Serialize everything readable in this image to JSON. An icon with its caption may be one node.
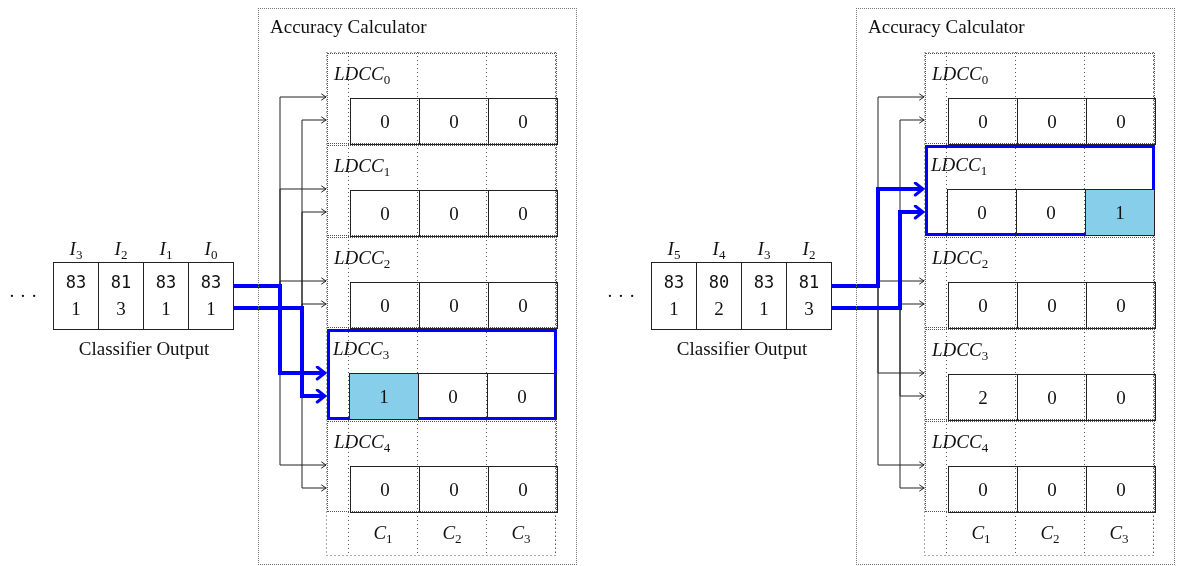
{
  "diagram": {
    "nodes": [
      {
        "text": [
          "Classifier Output"
        ]
      },
      {
        "text": [
          "*I*$_{3}$",
          "83",
          "1"
        ],
        "in": 0
      },
      {
        "text": [
          "*I*$_{2}$",
          "81",
          "3"
        ],
        "in": 0
      },
      {
        "text": [
          "*I*$_{1}$",
          "83",
          "1"
        ],
        "in": 0
      },
      {
        "text": [
          "*I*$_{0}$",
          "83",
          "1"
        ],
        "in": 0
      },
      {
        "text": [
          "Accuracy Calculator"
        ]
      },
      {
        "text": [
          "*LDCC*$_{0}$"
        ],
        "in": 5
      },
      {
        "text": [
          "0"
        ],
        "in": 6
      },
      {
        "text": [
          "0"
        ],
        "in": 6
      },
      {
        "text": [
          "0"
        ],
        "in": 6
      },
      {
        "text": [
          "*LDCC*$_{1}$"
        ],
        "in": 5
      },
      {
        "text": [
          "0"
        ],
        "in": 10
      },
      {
        "text": [
          "0"
        ],
        "in": 10
      },
      {
        "text": [
          "0"
        ],
        "in": 10
      },
      {
        "text": [
          "*LDCC*$_{2}$"
        ],
        "in": 5
      },
      {
        "text": [
          "0"
        ],
        "in": 14
      },
      {
        "text": [
          "0"
        ],
        "in": 14
      },
      {
        "text": [
          "0"
        ],
        "in": 14
      },
      {
        "text": [
          "*LDCC*$_{3}$"
        ],
        "in": 5
      },
      {
        "text": [
          "1"
        ],
        "in": 18
      },
      {
        "text": [
          "0"
        ],
        "in": 18
      },
      {
        "text": [
          "0"
        ],
        "in": 18
      },
      {
        "text": [
          "*LDCC*$_{4}$"
        ],
        "in": 5
      },
      {
        "text": [
          "0"
        ],
        "in": 22
      },
      {
        "text": [
          "0"
        ],
        "in": 22
      },
      {
        "text": [
          "0"
        ],
        "in": 22
      },
      {
        "text": [
          "Classifier Output"
        ]
      },
      {
        "text": [
          "*I*$_{5}$",
          "83",
          "1"
        ],
        "in": 26
      },
      {
        "text": [
          "*I*$_{4}$",
          "80",
          "2"
        ],
        "in": 26
      },
      {
        "text": [
          "*I*$_{3}$",
          "83",
          "1"
        ],
        "in": 26
      },
      {
        "text": [
          "*I*$_{2}$",
          "81",
          "3"
        ],
        "in": 26
      },
      {
        "text": [
          "Accuracy Calculator"
        ]
      },
      {
        "text": [
          "*LDCC*$_{0}$"
        ],
        "in": 31
      },
      {
        "text": [
          "0"
        ],
        "in": 32
      },
      {
        "text": [
          "0"
        ],
        "in": 32
      },
      {
        "text": [
          "0"
        ],
        "in": 32
      },
      {
        "text": [
          "*LDCC*$_{1}$"
        ],
        "in": 31
      },
      {
        "text": [
          "0"
        ],
        "in": 36
      },
      {
        "text": [
          "0"
        ],
        "in": 36
      },
      {
        "text": [
          "1"
        ],
        "in": 36
      },
      {
        "text": [
          "*LDCC*$_{2}$"
        ],
        "in": 31
      },
      {
        "text": [
          "0"
        ],
        "in": 40
      },
      {
        "text": [
          "0"
        ],
        "in": 40
      },
      {
        "text": [
          "0"
        ],
        "in": 40
      },
      {
        "text": [
          "*LDCC*$_{3}$"
        ],
        "in": 31
      },
      {
        "text": [
          "2"
        ],
        "in": 44
      },
      {
        "text": [
          "0"
        ],
        "in": 44
      },
      {
        "text": [
          "0"
        ],
        "in": 44
      },
      {
        "text": [
          "*LDCC*$_{4}$"
        ],
        "in": 31
      },
      {
        "text": [
          "0"
        ],
        "in": 48
      },
      {
        "text": [
          "0"
        ],
        "in": 48
      },
      {
        "text": [
          "0"
        ],
        "in": 48
      }
    ],
    "edges": [
      {
        "from": 4,
        "to": 6,
        "arrow": "to"
      },
      {
        "from": 4,
        "to": 6,
        "arrow": "to"
      },
      {
        "from": 4,
        "to": 10,
        "arrow": "to"
      },
      {
        "from": 4,
        "to": 10,
        "arrow": "to"
      },
      {
        "from": 4,
        "to": 14,
        "arrow": "to"
      },
      {
        "from": 4,
        "to": 14,
        "arrow": "to"
      },
      {
        "from": 4,
        "to": 18,
        "arrow": "to",
        "style": "thick",
        "color": "#0000ff"
      },
      {
        "from": 4,
        "to": 18,
        "arrow": "to",
        "style": "thick",
        "color": "#0000ff"
      },
      {
        "from": 4,
        "to": 22,
        "arrow": "to"
      },
      {
        "from": 4,
        "to": 22,
        "arrow": "to"
      },
      {
        "from": 30,
        "to": 32,
        "arrow": "to"
      },
      {
        "from": 30,
        "to": 32,
        "arrow": "to"
      },
      {
        "from": 30,
        "to": 36,
        "arrow": "to",
        "style": "thick",
        "color": "#0000ff"
      },
      {
        "from": 30,
        "to": 36,
        "arrow": "to",
        "style": "thick",
        "color": "#0000ff"
      },
      {
        "from": 30,
        "to": 40,
        "arrow": "to"
      },
      {
        "from": 30,
        "to": 40,
        "arrow": "to"
      },
      {
        "from": 30,
        "to": 44,
        "arrow": "to"
      },
      {
        "from": 30,
        "to": 44,
        "arrow": "to"
      },
      {
        "from": 30,
        "to": 48,
        "arrow": "to"
      },
      {
        "from": 30,
        "to": 48,
        "arrow": "to"
      }
    ],
    "labels": [
      "· · ·",
      "*C*$_{1}$",
      "*C*$_{2}$",
      "*C*$_{3}$",
      "· · ·",
      "*C*$_{1}$",
      "*C*$_{2}$",
      "*C*$_{3}$"
    ]
  }
}
